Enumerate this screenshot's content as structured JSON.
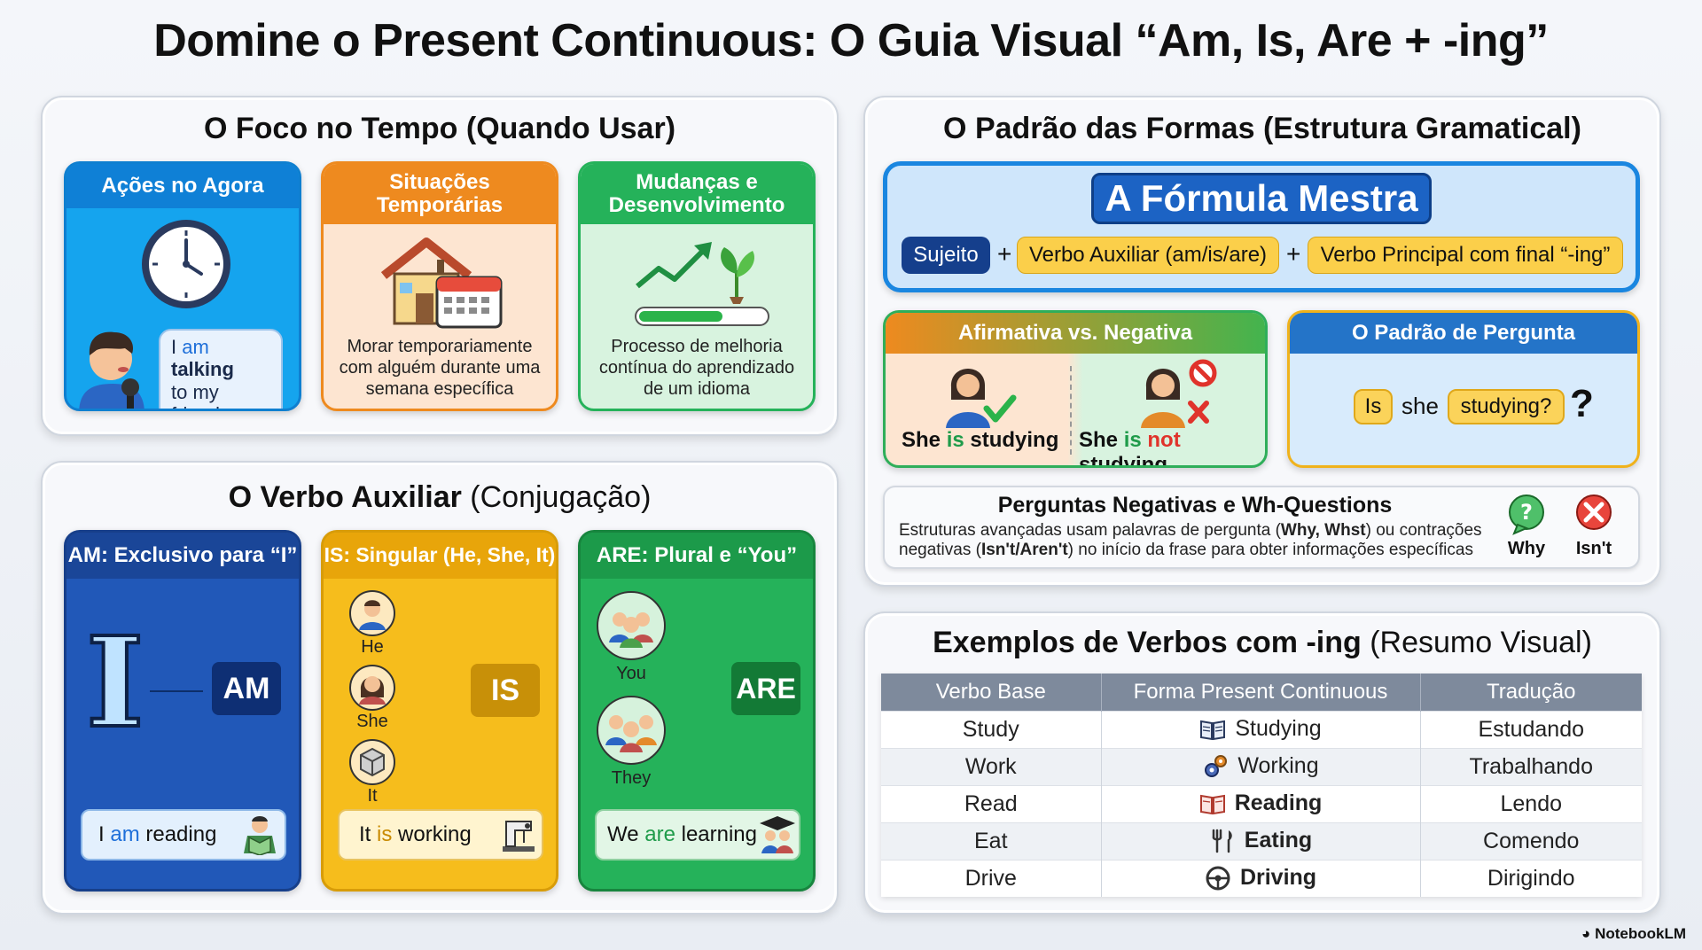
{
  "title": "Domine o Present Continuous: O Guia Visual  “Am, Is, Are + -ing”",
  "foco": {
    "title": "O Foco no Tempo (Quando Usar)",
    "cards": [
      {
        "head": "Ações no Agora",
        "bubble_pre": "I",
        "bubble_am": "am",
        "bubble_verb": "talking",
        "bubble_tail": "to my friend"
      },
      {
        "head": "Situações Temporárias",
        "text": "Morar temporariamente com alguém durante uma semana específica"
      },
      {
        "head": "Mudanças e Desenvolvimento",
        "text": "Processo de melhoria contínua do aprendizado de um idioma"
      }
    ]
  },
  "auxiliar": {
    "title_bold": "O Verbo Auxiliar",
    "title_light": "(Conjugação)",
    "am": {
      "head": "AM: Exclusivo para “I”",
      "letter": "I",
      "badge": "AM",
      "ex_pre": "I",
      "ex_aux": "am",
      "ex_verb": "reading"
    },
    "is": {
      "head": "IS: Singular (He, She, It)",
      "pronouns": [
        "He",
        "She",
        "It"
      ],
      "badge": "IS",
      "ex_pre": "It",
      "ex_aux": "is",
      "ex_verb": "working"
    },
    "are": {
      "head": "ARE: Plural e “You”",
      "pronouns": [
        "You",
        "They"
      ],
      "badge": "ARE",
      "ex_pre": "We",
      "ex_aux": "are",
      "ex_verb": "learning"
    }
  },
  "padrao": {
    "title": "O Padrão das Formas (Estrutura Gramatical)",
    "formula_title": "A Fórmula Mestra",
    "formula": {
      "subject": "Sujeito",
      "plus": "+",
      "aux": "Verbo Auxiliar (am/is/are)",
      "main": "Verbo Principal com final “-ing”"
    },
    "afirm": {
      "head": "Afirmativa vs. Negativa",
      "pos_pre": "She",
      "pos_aux": "is",
      "pos_verb": "studying",
      "neg_pre": "She",
      "neg_aux": "is",
      "neg_not": "not",
      "neg_verb": "studying"
    },
    "pergunta": {
      "head": "O Padrão de Pergunta",
      "w1": "Is",
      "w2": "she",
      "w3": "studying?",
      "mark": "?"
    },
    "wh": {
      "title": "Perguntas Negativas e Wh-Questions",
      "line1_a": "Estruturas avançadas usam palavras de pergunta (",
      "line1_b": "Why, Whst",
      "line1_c": ") ou contrações",
      "line2_a": "negativas (",
      "line2_b": "Isn't/Aren't",
      "line2_c": ") no início da frase para obter informações específicas",
      "icon1": "Why",
      "icon2": "Isn't"
    }
  },
  "exemplos": {
    "title_bold": "Exemplos de Verbos com -ing",
    "title_light": "(Resumo Visual)",
    "headers": [
      "Verbo Base",
      "Forma Present Continuous",
      "Tradução"
    ],
    "rows": [
      {
        "base": "Study",
        "form": "Studying",
        "trad": "Estudando",
        "icon": "book-icon"
      },
      {
        "base": "Work",
        "form": "Working",
        "trad": "Trabalhando",
        "icon": "gears-icon"
      },
      {
        "base": "Read",
        "form": "Reading",
        "trad": "Lendo",
        "icon": "open-book-icon"
      },
      {
        "base": "Eat",
        "form": "Eating",
        "trad": "Comendo",
        "icon": "fork-knife-icon"
      },
      {
        "base": "Drive",
        "form": "Driving",
        "trad": "Dirigindo",
        "icon": "steering-wheel-icon"
      }
    ]
  },
  "footer": "NotebookLM",
  "colors": {
    "blue": "#1e96ea",
    "orange": "#ee8a1f",
    "green": "#25b25a",
    "navy": "#2158b8",
    "yellow": "#f6bd1c",
    "formula_bg": "#cfe6fb"
  }
}
